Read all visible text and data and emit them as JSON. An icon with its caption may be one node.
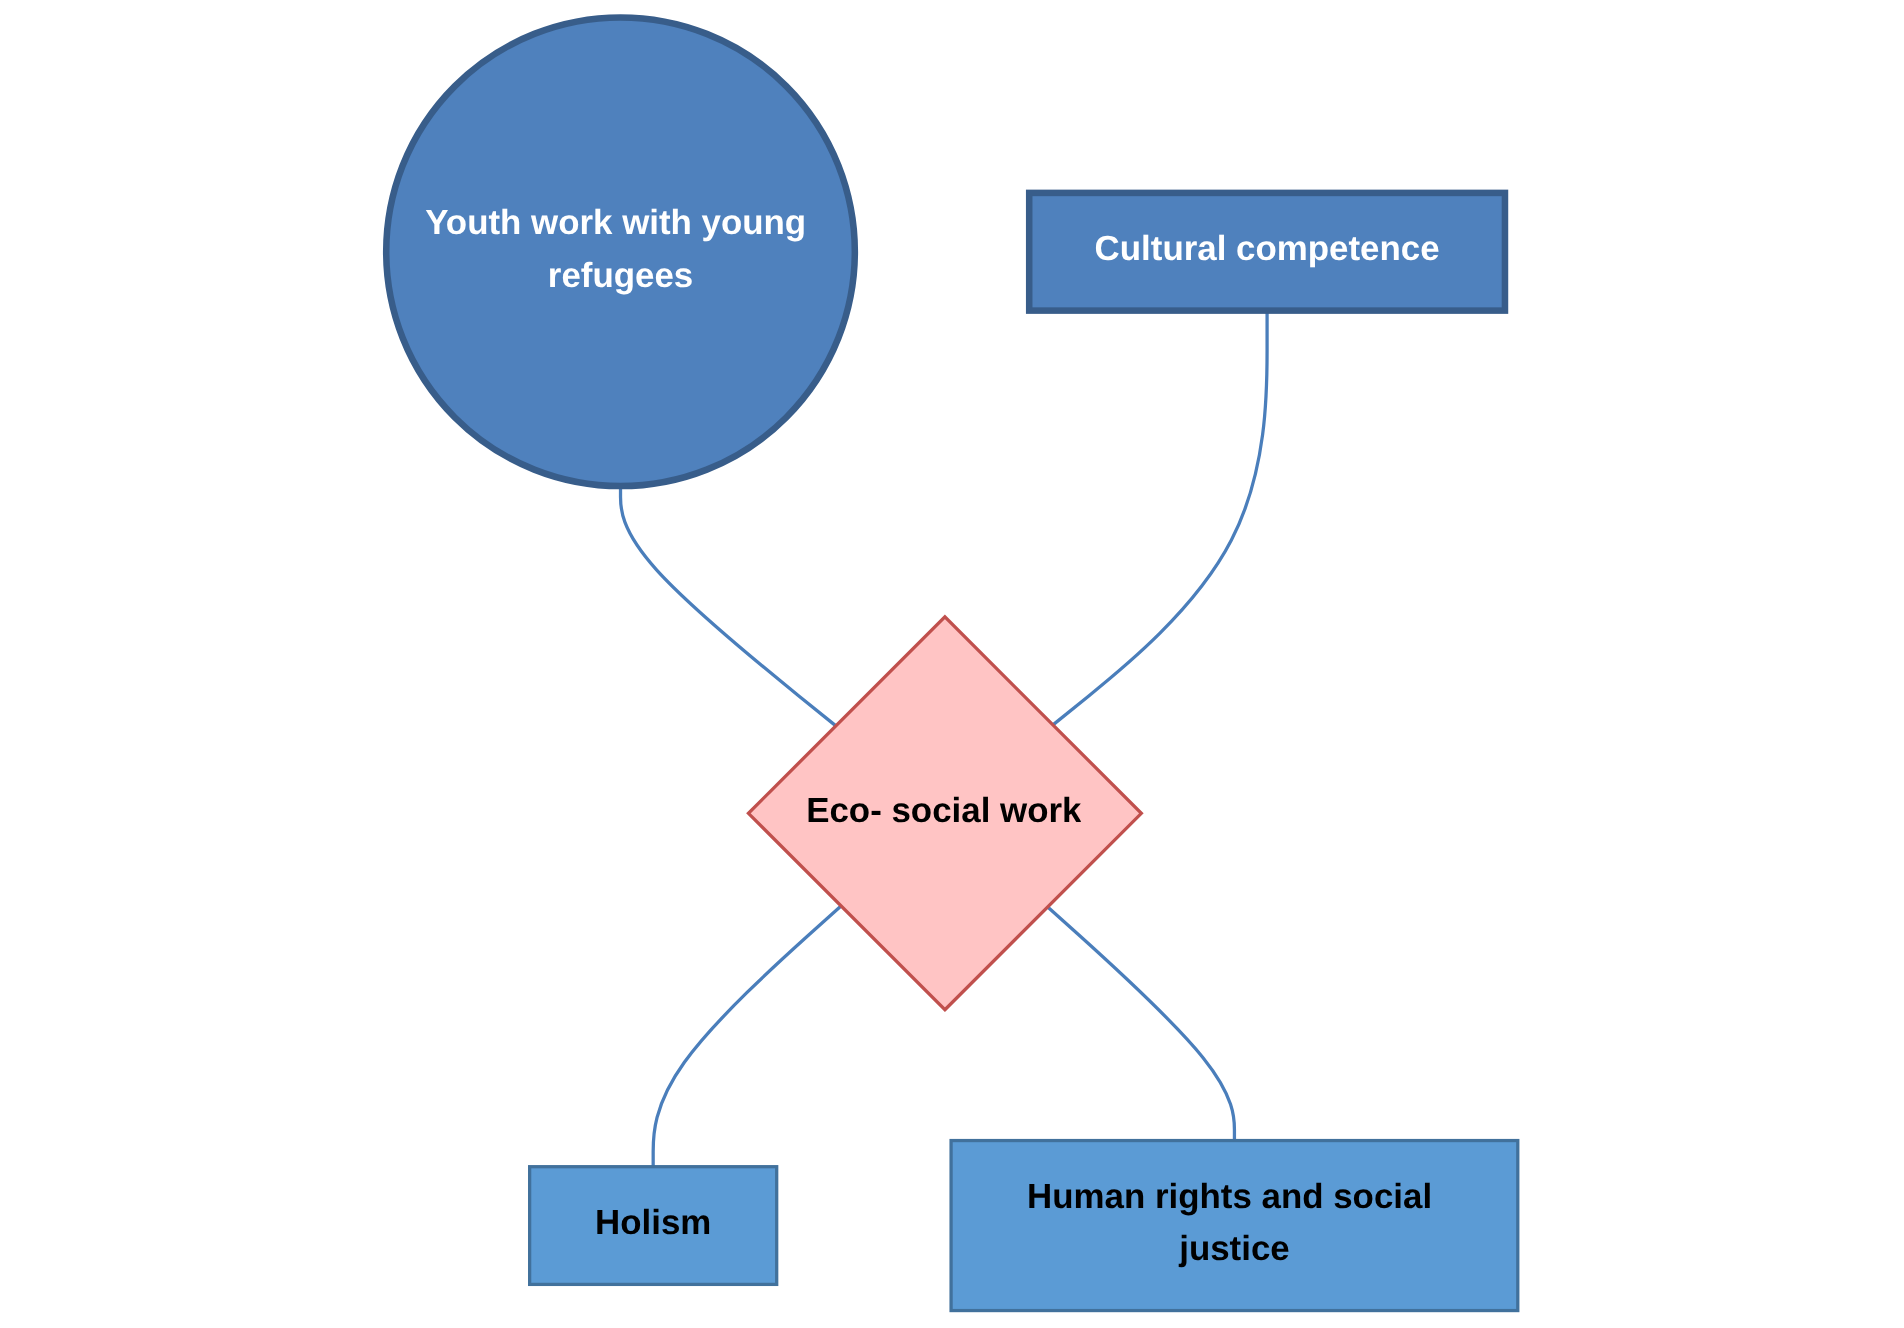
{
  "diagram": {
    "nodes": [
      {
        "text": [
          "Youth work with young refugees"
        ]
      },
      {
        "text": [
          "Eco- social work"
        ]
      },
      {
        "text": [
          "Cultural competence"
        ]
      },
      {
        "text": [
          "Holism"
        ]
      },
      {
        "text": [
          "Human rights and social justice"
        ]
      }
    ],
    "edges": [
      {
        "from": 0,
        "to": 1,
        "arrow": "none"
      },
      {
        "from": 2,
        "to": 1,
        "arrow": "none"
      },
      {
        "from": 1,
        "to": 3,
        "arrow": "none"
      },
      {
        "from": 1,
        "to": 4,
        "arrow": "none"
      }
    ]
  }
}
